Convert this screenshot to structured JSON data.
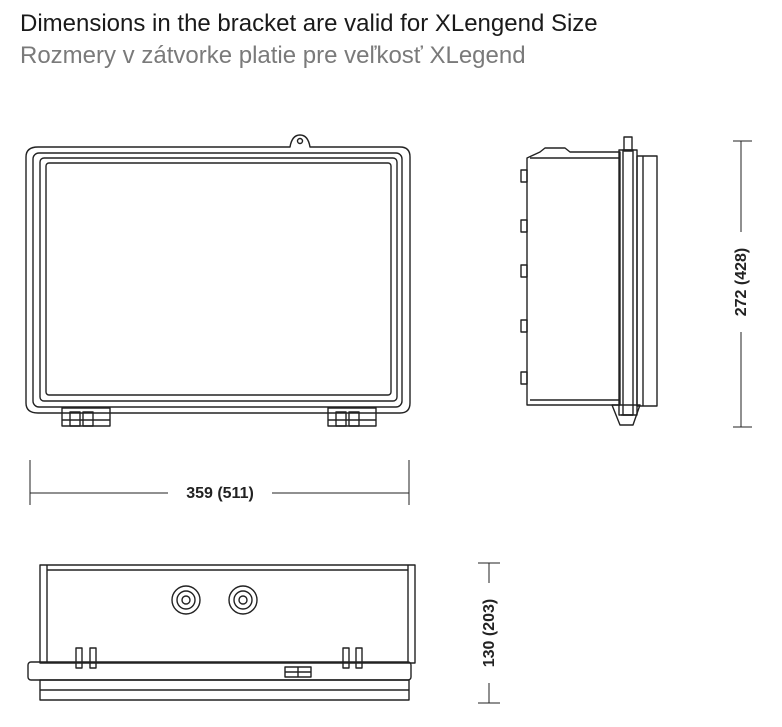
{
  "heading": {
    "line_en": "Dimensions in the bracket are valid for XLengend Size",
    "line_sk": "Rozmery v zátvorke platie pre veľkosť XLegend"
  },
  "dimensions": {
    "width": "359 (511)",
    "height": "272 (428)",
    "depth": "130 (203)"
  },
  "views": [
    "front-view",
    "side-view",
    "bottom-view"
  ],
  "colors": {
    "line": "#222222",
    "text_primary": "#1a1a1a",
    "text_secondary": "#7a7a7a"
  }
}
